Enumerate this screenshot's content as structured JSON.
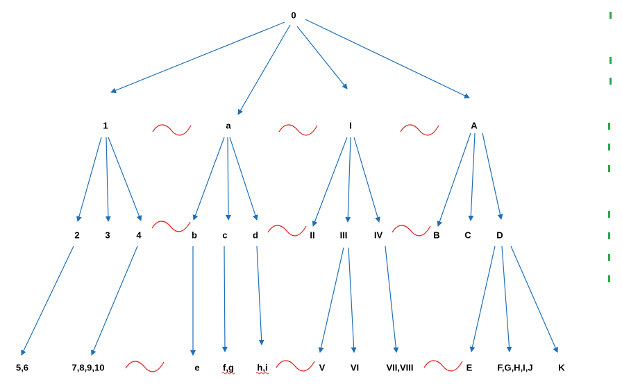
{
  "colors": {
    "arrow": "#1f6fb8",
    "squiggle": "#dd1f1f",
    "tick": "#22aa44",
    "text": "#000000"
  },
  "nodes": {
    "root": "0",
    "n1": "1",
    "na": "a",
    "nI": "I",
    "nA": "A",
    "n2": "2",
    "n3": "3",
    "n4": "4",
    "nb": "b",
    "nc": "c",
    "nd": "d",
    "nII": "II",
    "nIII": "III",
    "nIV": "IV",
    "nB": "B",
    "nC": "C",
    "nD": "D",
    "n56": "5,6",
    "n78910": "7,8,9,10",
    "ne": "e",
    "nfg": "f,g",
    "nhi": "h,i",
    "nV": "V",
    "nVI": "VI",
    "nVIIVIII": "VII,VIII",
    "nE": "E",
    "nFGHIJ": "F,G,H,I,J",
    "nK": "K"
  }
}
